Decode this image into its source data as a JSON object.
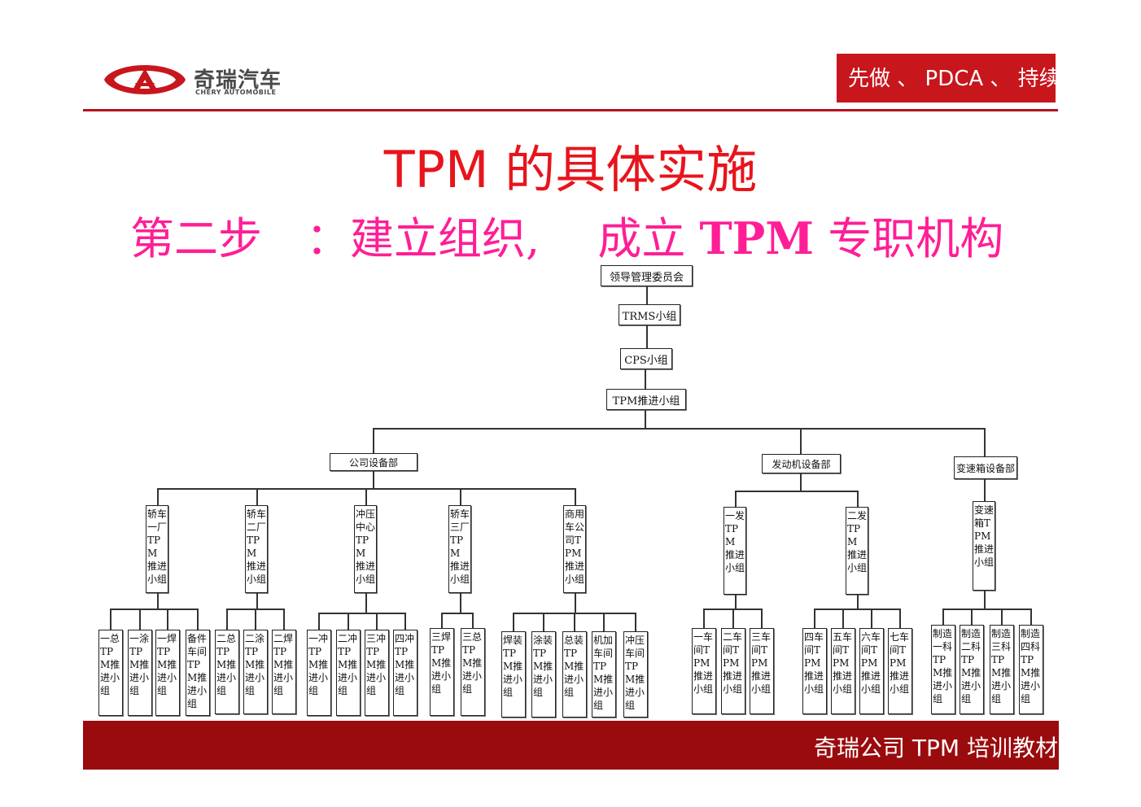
{
  "header": {
    "logo_cn": "奇瑞汽车",
    "logo_en": "CHERY AUTOMOBILE",
    "slogan": "先做 、 PDCA 、 持续",
    "brand_color": "#c8161d"
  },
  "title": "TPM 的具体实施",
  "subtitle": {
    "part1": "第二步　：建立组织,　 成立 ",
    "tpm": "TPM",
    "part2": " 专职机构"
  },
  "org": {
    "top": [
      "领导管理委员会",
      "TRMS小组",
      "CPS小组",
      "TPM推进小组"
    ],
    "depts": [
      {
        "name": "公司设备部",
        "subs": [
          {
            "name": "轿车一厂TPM推进小组",
            "children": [
              "一总TPM推进小组",
              "一涂TPM推进小组",
              "一焊TPM推进小组",
              "备件车间TPM推进小组"
            ]
          },
          {
            "name": "轿车二厂TPM推进小组",
            "children": [
              "二总TPM推进小组",
              "二涂TPM推进小组",
              "二焊TPM推进小组"
            ]
          },
          {
            "name": "冲压中心TPM推进小组",
            "children": [
              "一冲TPM推进小组",
              "二冲TPM推进小组",
              "三冲TPM推进小组",
              "四冲TPM推进小组"
            ]
          },
          {
            "name": "轿车三厂TPM推进小组",
            "children": [
              "三焊TPM推进小组",
              "三总TPM推进小组"
            ]
          },
          {
            "name": "商用车公司TPM推进小组",
            "children": [
              "焊装TPM推进小组",
              "涂装TPM推进小组",
              "总装TPM推进小组",
              "机加车间TPM推进小组",
              "冲压车间TPM推进小组"
            ]
          }
        ]
      },
      {
        "name": "发动机设备部",
        "subs": [
          {
            "name": "一发TPM推进小组",
            "children": [
              "一车间TPM推进小组",
              "二车间TPM推进小组",
              "三车间TPM推进小组"
            ]
          },
          {
            "name": "二发TPM推进小组",
            "children": [
              "四车间TPM推进小组",
              "五车间TPM推进小组",
              "六车间TPM推进小组",
              "七车间TPM推进小组"
            ]
          }
        ]
      },
      {
        "name": "变速箱设备部",
        "subs": [
          {
            "name": "变速箱TPM推进小组",
            "children": [
              "制造一科TPM推进小组",
              "制造二科TPM推进小组",
              "制造三科TPM推进小组",
              "制造四科TPM推进小组"
            ]
          }
        ]
      }
    ]
  },
  "footer": {
    "text": "奇瑞公司 TPM 培训教材",
    "color": "#9a0b0e"
  }
}
